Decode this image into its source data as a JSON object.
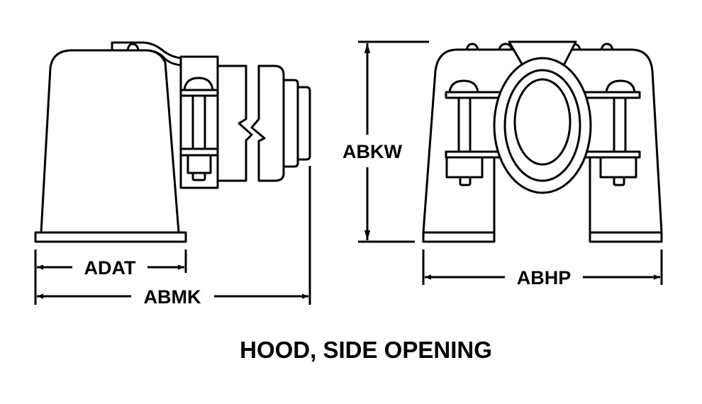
{
  "title": "HOOD, SIDE OPENING",
  "dimensions": {
    "adat": "ADAT",
    "abmk": "ABMK",
    "abkw": "ABKW",
    "abhp": "ABHP"
  },
  "colors": {
    "line": "#000000",
    "background": "#ffffff"
  }
}
